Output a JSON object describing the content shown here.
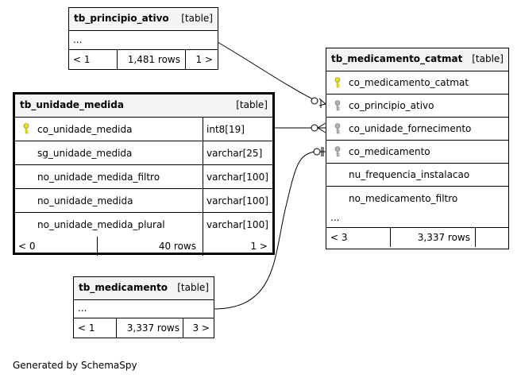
{
  "tables": {
    "principio_ativo": {
      "name": "tb_principio_ativo",
      "type": "[table]",
      "ellipsis": "...",
      "footer": {
        "parents": "< 1",
        "rows": "1,481 rows",
        "children": "1 >"
      }
    },
    "unidade_medida": {
      "name": "tb_unidade_medida",
      "type": "[table]",
      "columns": [
        {
          "name": "co_unidade_medida",
          "datatype": "int8[19]",
          "key": "primary"
        },
        {
          "name": "sg_unidade_medida",
          "datatype": "varchar[25]",
          "key": "none"
        },
        {
          "name": "no_unidade_medida_filtro",
          "datatype": "varchar[100]",
          "key": "none"
        },
        {
          "name": "no_unidade_medida",
          "datatype": "varchar[100]",
          "key": "none"
        },
        {
          "name": "no_unidade_medida_plural",
          "datatype": "varchar[100]",
          "key": "none"
        }
      ],
      "footer": {
        "parents": "< 0",
        "rows": "40 rows",
        "children": "1 >"
      }
    },
    "medicamento_catmat": {
      "name": "tb_medicamento_catmat",
      "type": "[table]",
      "columns": [
        {
          "name": "co_medicamento_catmat",
          "key": "primary"
        },
        {
          "name": "co_principio_ativo",
          "key": "foreign"
        },
        {
          "name": "co_unidade_fornecimento",
          "key": "foreign"
        },
        {
          "name": "co_medicamento",
          "key": "foreign"
        },
        {
          "name": "nu_frequencia_instalacao",
          "key": "none"
        },
        {
          "name": "no_medicamento_filtro",
          "key": "none"
        }
      ],
      "ellipsis": "...",
      "footer": {
        "parents": "< 3",
        "rows": "3,337 rows",
        "children": ""
      }
    },
    "medicamento": {
      "name": "tb_medicamento",
      "type": "[table]",
      "ellipsis": "...",
      "footer": {
        "parents": "< 1",
        "rows": "3,337 rows",
        "children": "3 >"
      }
    }
  },
  "colors": {
    "primary_key": "#e8e800",
    "foreign_key": "#b0b0b0",
    "header_bg": "#f4f4f4",
    "line": "#000000"
  },
  "footer_text": "Generated by SchemaSpy"
}
